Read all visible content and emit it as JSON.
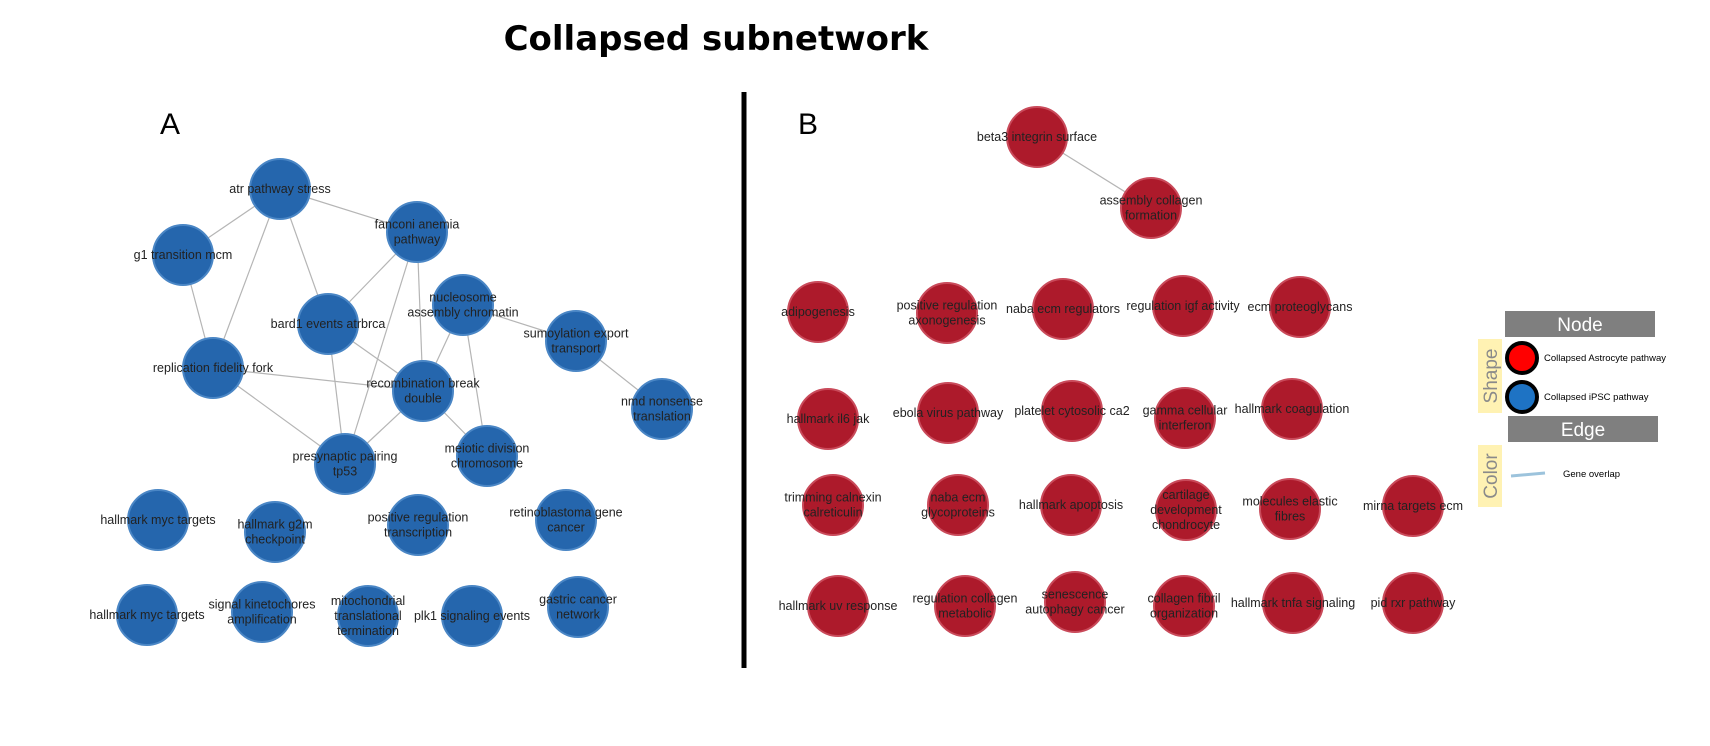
{
  "title": "Collapsed subnetwork",
  "panel_a": {
    "label": "A",
    "nodes": [
      {
        "id": "atr",
        "label": [
          "atr pathway stress"
        ]
      },
      {
        "id": "g1",
        "label": [
          "g1 transition mcm"
        ]
      },
      {
        "id": "fanconi",
        "label": [
          "fanconi anemia",
          "pathway"
        ]
      },
      {
        "id": "bard1",
        "label": [
          "bard1 events atrbrca"
        ]
      },
      {
        "id": "nucleosome",
        "label": [
          "nucleosome",
          "assembly chromatin"
        ]
      },
      {
        "id": "sumoylation",
        "label": [
          "sumoylation export",
          "transport"
        ]
      },
      {
        "id": "replication",
        "label": [
          "replication fidelity fork"
        ]
      },
      {
        "id": "recombination",
        "label": [
          "recombination break",
          "double"
        ]
      },
      {
        "id": "nmd",
        "label": [
          "nmd nonsense",
          "translation"
        ]
      },
      {
        "id": "presynaptic",
        "label": [
          "presynaptic pairing",
          "tp53"
        ]
      },
      {
        "id": "meiotic",
        "label": [
          "meiotic division",
          "chromosome"
        ]
      },
      {
        "id": "myc1",
        "label": [
          "hallmark myc targets"
        ]
      },
      {
        "id": "g2m",
        "label": [
          "hallmark g2m",
          "checkpoint"
        ]
      },
      {
        "id": "posreg",
        "label": [
          "positive regulation",
          "transcription"
        ]
      },
      {
        "id": "retino",
        "label": [
          "retinoblastoma gene",
          "cancer"
        ]
      },
      {
        "id": "myc2",
        "label": [
          "hallmark myc targets"
        ]
      },
      {
        "id": "kinetochores",
        "label": [
          "signal kinetochores",
          "amplification"
        ]
      },
      {
        "id": "mito",
        "label": [
          "mitochondrial",
          "translational",
          "termination"
        ]
      },
      {
        "id": "plk1",
        "label": [
          "plk1 signaling events"
        ]
      },
      {
        "id": "gastric",
        "label": [
          "gastric cancer",
          "network"
        ]
      }
    ],
    "edges": [
      [
        "atr",
        "g1"
      ],
      [
        "atr",
        "fanconi"
      ],
      [
        "atr",
        "bard1"
      ],
      [
        "atr",
        "replication"
      ],
      [
        "g1",
        "replication"
      ],
      [
        "fanconi",
        "bard1"
      ],
      [
        "fanconi",
        "recombination"
      ],
      [
        "fanconi",
        "presynaptic"
      ],
      [
        "bard1",
        "recombination"
      ],
      [
        "bard1",
        "presynaptic"
      ],
      [
        "nucleosome",
        "recombination"
      ],
      [
        "nucleosome",
        "meiotic"
      ],
      [
        "nucleosome",
        "sumoylation"
      ],
      [
        "sumoylation",
        "nmd"
      ],
      [
        "replication",
        "recombination"
      ],
      [
        "replication",
        "presynaptic"
      ],
      [
        "recombination",
        "presynaptic"
      ],
      [
        "recombination",
        "meiotic"
      ]
    ]
  },
  "panel_b": {
    "label": "B",
    "nodes": [
      {
        "id": "beta3",
        "label": [
          "beta3 integrin surface"
        ]
      },
      {
        "id": "collagen_assembly",
        "label": [
          "assembly collagen",
          "formation"
        ]
      },
      {
        "id": "adipogenesis",
        "label": [
          "adipogenesis"
        ]
      },
      {
        "id": "posreg_axon",
        "label": [
          "positive regulation",
          "axonogenesis"
        ]
      },
      {
        "id": "naba_reg",
        "label": [
          "naba ecm regulators"
        ]
      },
      {
        "id": "igf",
        "label": [
          "regulation igf activity"
        ]
      },
      {
        "id": "ecm_proteo",
        "label": [
          "ecm proteoglycans"
        ]
      },
      {
        "id": "il6",
        "label": [
          "hallmark il6 jak"
        ]
      },
      {
        "id": "ebola",
        "label": [
          "ebola virus pathway"
        ]
      },
      {
        "id": "platelet",
        "label": [
          "platelet cytosolic ca2"
        ]
      },
      {
        "id": "gamma",
        "label": [
          "gamma cellular",
          "interferon"
        ]
      },
      {
        "id": "coag",
        "label": [
          "hallmark coagulation"
        ]
      },
      {
        "id": "trimming",
        "label": [
          "trimming calnexin",
          "calreticulin"
        ]
      },
      {
        "id": "naba_glyco",
        "label": [
          "naba ecm",
          "glycoproteins"
        ]
      },
      {
        "id": "apoptosis",
        "label": [
          "hallmark apoptosis"
        ]
      },
      {
        "id": "cartilage",
        "label": [
          "cartilage",
          "development",
          "chondrocyte"
        ]
      },
      {
        "id": "elastic",
        "label": [
          "molecules elastic",
          "fibres"
        ]
      },
      {
        "id": "mirna",
        "label": [
          "mirna targets ecm"
        ]
      },
      {
        "id": "uv",
        "label": [
          "hallmark uv response"
        ]
      },
      {
        "id": "collagen_meta",
        "label": [
          "regulation collagen",
          "metabolic"
        ]
      },
      {
        "id": "senescence",
        "label": [
          "senescence",
          "autophagy cancer"
        ]
      },
      {
        "id": "fibril",
        "label": [
          "collagen fibril",
          "organization"
        ]
      },
      {
        "id": "tnfa",
        "label": [
          "hallmark tnfa signaling"
        ]
      },
      {
        "id": "pid_rxr",
        "label": [
          "pid rxr pathway"
        ]
      }
    ],
    "edges": [
      [
        "beta3",
        "collagen_assembly"
      ]
    ]
  },
  "legend": {
    "node_header": "Node",
    "shape_label": "Shape",
    "astro_label": "Collapsed Astrocyte pathway",
    "ipsc_label": "Collapsed iPSC pathway",
    "edge_header": "Edge",
    "color_label": "Color",
    "gene_overlap_label": "Gene overlap"
  },
  "colors": {
    "ipsc_node": "#2566ad",
    "astro_node": "#ad1a2b",
    "legend_astro": "#ff0000",
    "legend_ipsc": "#1e73c4",
    "edge": "#b5b5b5",
    "legend_edge_line": "#9cc3dc",
    "legend_header_bg": "#7f7f7f",
    "legend_side_bg": "#fff2b3"
  }
}
